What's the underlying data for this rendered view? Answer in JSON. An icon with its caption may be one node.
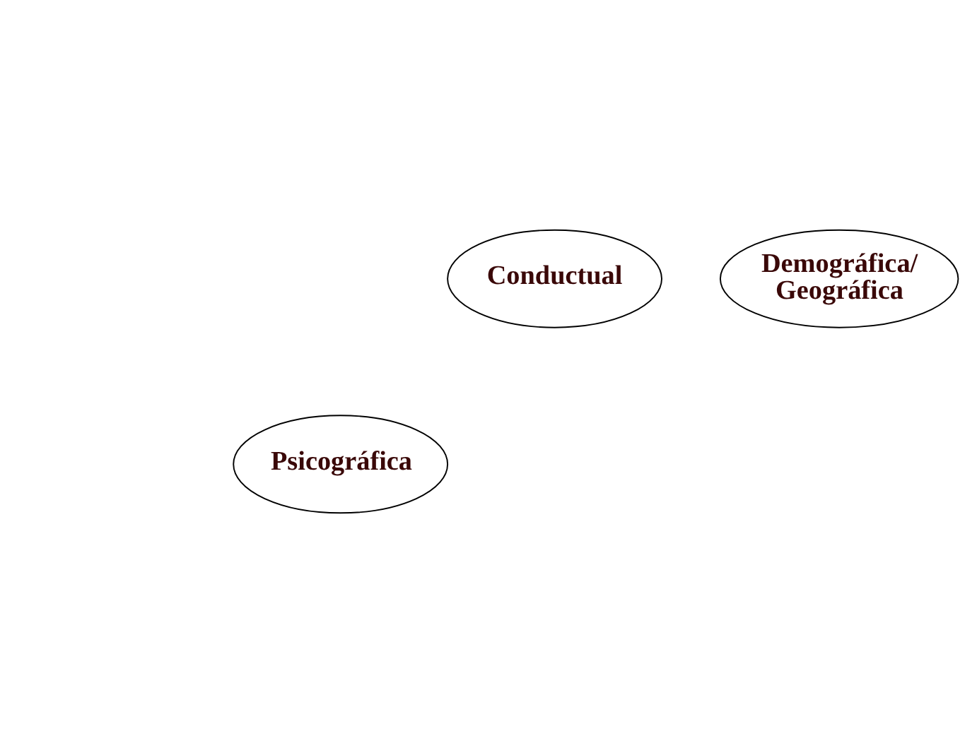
{
  "diagram": {
    "nodes": [
      {
        "text": [
          "Conductual"
        ]
      },
      {
        "text": [
          "Psicográfica"
        ]
      },
      {
        "text": [
          "Demográfica/ Geográfica"
        ]
      }
    ]
  }
}
